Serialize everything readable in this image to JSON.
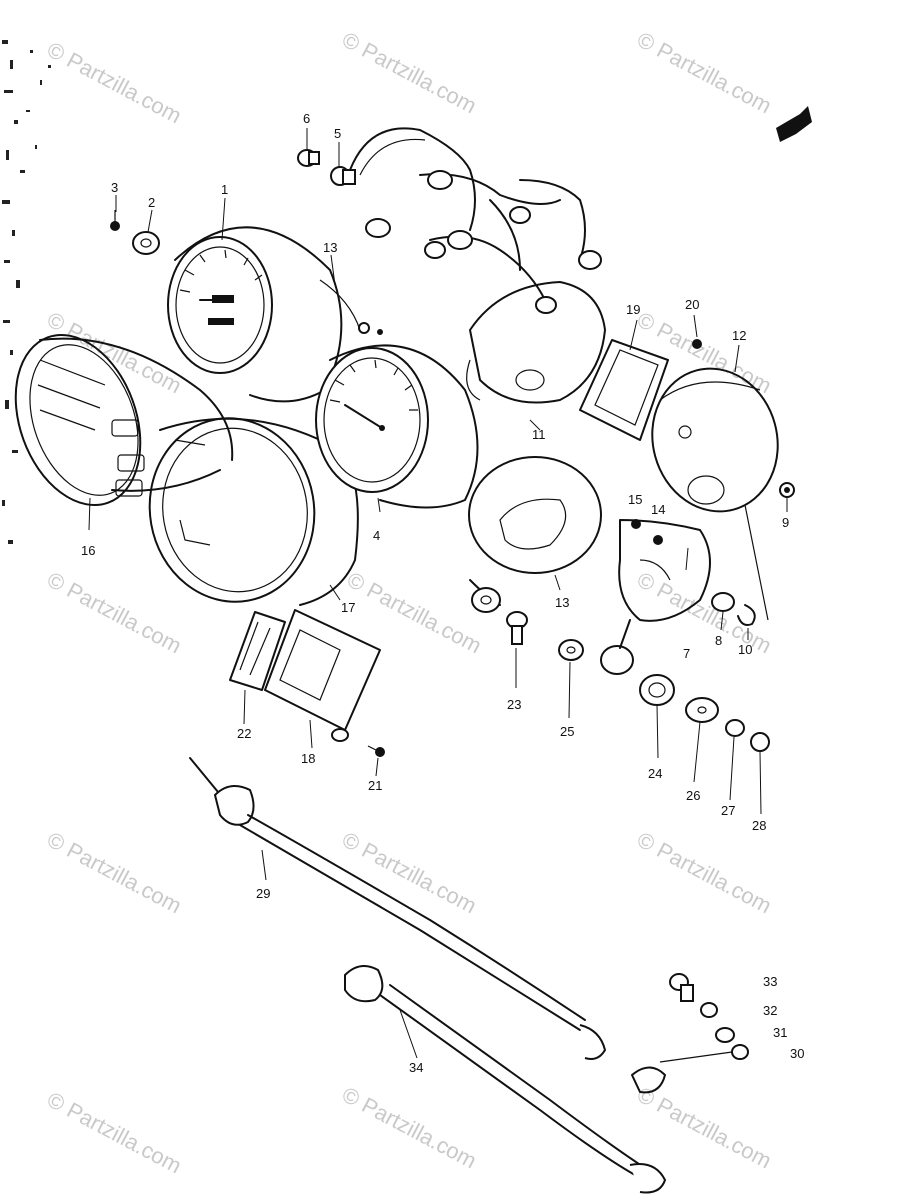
{
  "watermark": "© Partzilla.com",
  "callouts": {
    "c1": "1",
    "c2": "2",
    "c3": "3",
    "c4": "4",
    "c5": "5",
    "c6": "6",
    "c7": "7",
    "c8": "8",
    "c9": "9",
    "c10": "10",
    "c11": "11",
    "c12": "12",
    "c13a": "13",
    "c13b": "13",
    "c14": "14",
    "c15": "15",
    "c16": "16",
    "c17": "17",
    "c18": "18",
    "c19": "19",
    "c20": "20",
    "c21": "21",
    "c22": "22",
    "c23": "23",
    "c24": "24",
    "c25": "25",
    "c26": "26",
    "c27": "27",
    "c28": "28",
    "c29": "29",
    "c30": "30",
    "c31": "31",
    "c32": "32",
    "c33": "33",
    "c34": "34"
  },
  "colors": {
    "ink": "#111111",
    "watermark": "#c9c9c9",
    "paper": "#ffffff"
  }
}
